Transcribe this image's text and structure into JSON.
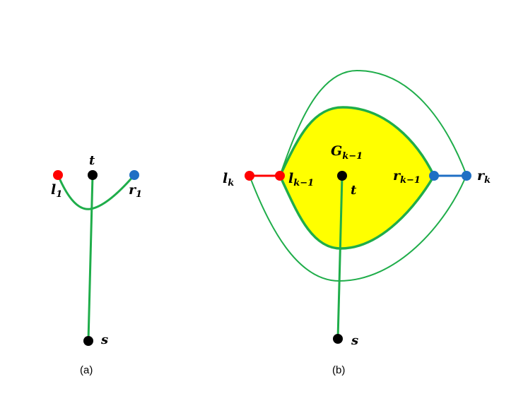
{
  "colors": {
    "edge": "#1fad4a",
    "region_fill": "#ffff00",
    "left_vertex": "#ff0000",
    "right_vertex": "#1f6fc4",
    "center_vertex": "#000000",
    "left_edge": "#ff0000",
    "right_edge": "#1f6fc4"
  },
  "panel_a": {
    "caption": "(a)",
    "t": {
      "base": "t"
    },
    "s": {
      "base": "s"
    },
    "l1": {
      "base": "l",
      "sub": "1"
    },
    "r1": {
      "base": "r",
      "sub": "1"
    }
  },
  "panel_b": {
    "caption": "(b)",
    "g": {
      "base": "G",
      "sub": "k−1"
    },
    "t": {
      "base": "t"
    },
    "s": {
      "base": "s"
    },
    "lk": {
      "base": "l",
      "sub": "k"
    },
    "lk1": {
      "base": "l",
      "sub": "k−1"
    },
    "rk1": {
      "base": "r",
      "sub": "k−1"
    },
    "rk": {
      "base": "r",
      "sub": "k"
    }
  }
}
